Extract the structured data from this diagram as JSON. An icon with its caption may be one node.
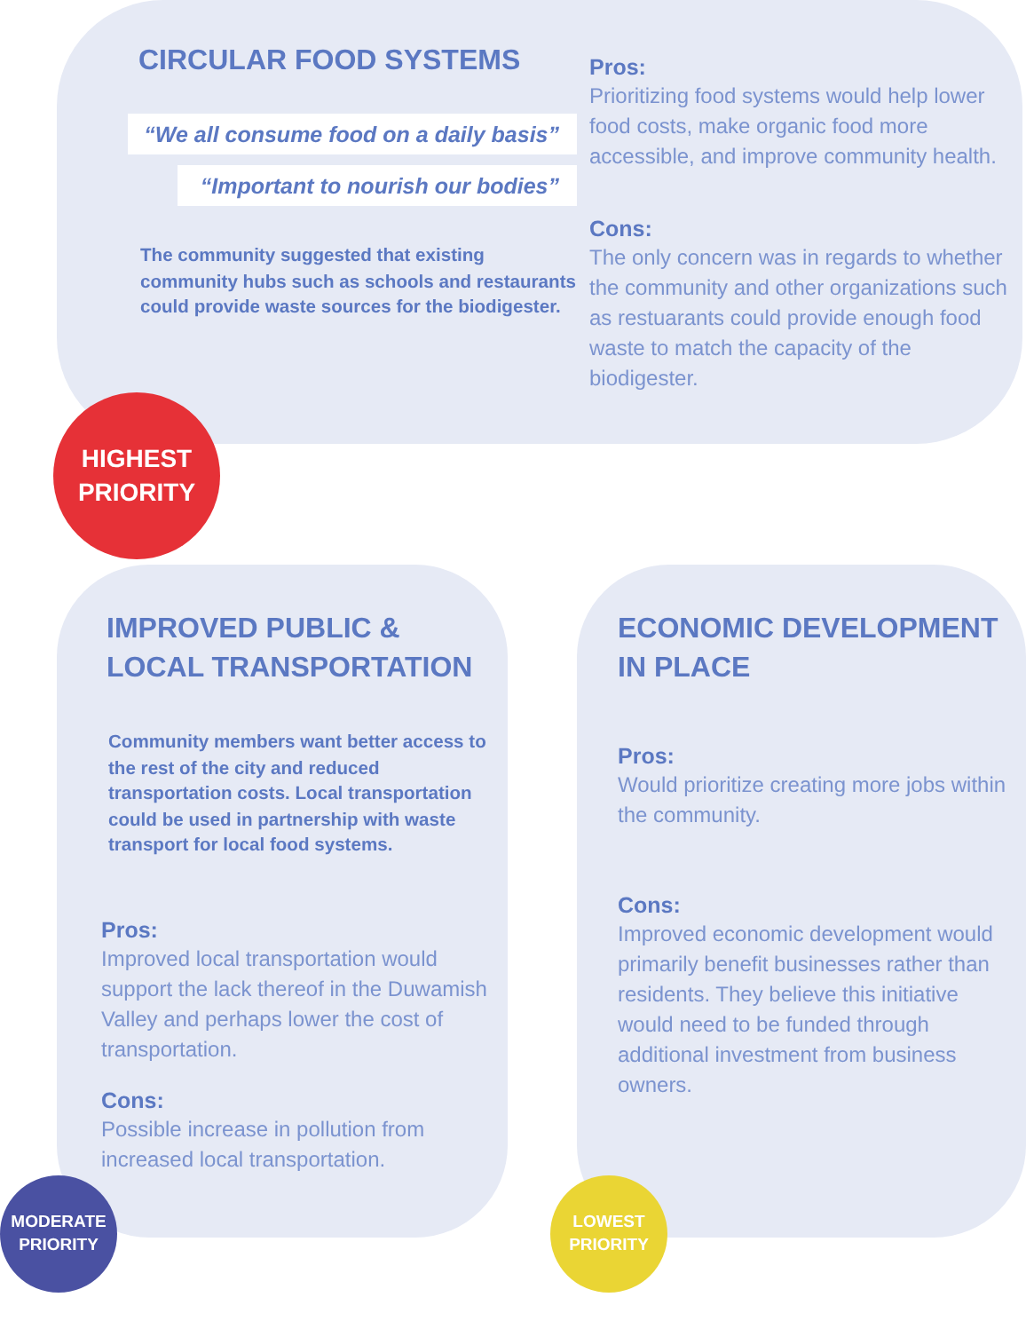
{
  "diagram": {
    "nodes": [
      {
        "text": [
          "CIRCULAR FOOD SYSTEMS",
          "The community suggested that existing community hubs such as schools and restaurants could provide waste sources for the biodigester.",
          "Pros:",
          "Prioritizing food systems would help lower food costs, make organic food more accessible, and improve community health.",
          "Cons:",
          "The only concern was in regards to whether the community and other organizations such as restuarants could provide enough food waste to match the capacity of the biodigester."
        ]
      },
      {
        "text": [
          "“We all consume food on a daily basis”"
        ],
        "in": 0
      },
      {
        "text": [
          "“Important to nourish our bodies”"
        ],
        "in": 0
      },
      {
        "text": [
          "HIGHEST PRIORITY"
        ]
      },
      {
        "text": [
          "IMPROVED PUBLIC & LOCAL TRANSPORTATION",
          "Community members want better access to the rest of the city and reduced transportation costs. Local transportation could be used in partnership with waste transport for local food systems.",
          "Pros:",
          "Improved local transportation would support the lack thereof in the Duwamish Valley and perhaps lower the cost of transportation.",
          "Cons:",
          "Possible increase in pollution from increased local transportation."
        ]
      },
      {
        "text": [
          "MODERATE PRIORITY"
        ]
      },
      {
        "text": [
          "ECONOMIC DEVELOPMENT IN PLACE",
          "Pros:",
          "Would prioritize creating more jobs within the community.",
          "Cons:",
          "Improved economic development would primarily benefit businesses rather than residents. They believe this initiative would need to be funded through additional investment from business owners."
        ]
      },
      {
        "text": [
          "LOWEST PRIORITY"
        ]
      }
    ]
  }
}
